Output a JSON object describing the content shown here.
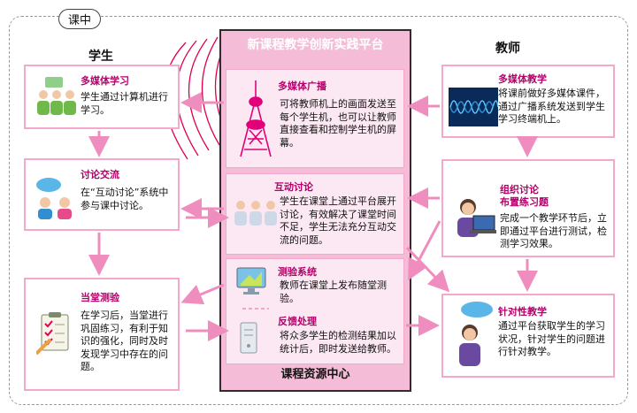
{
  "frame_label": "课中",
  "student_title": "学生",
  "teacher_title": "教师",
  "center": {
    "title": "新课程教学创新实践平台",
    "footer": "课程资源中心",
    "modules": {
      "broadcast": {
        "title": "多媒体广播",
        "text": "可将教师机上的画面发送至每个学生机，也可以让教师直接查看和控制学生机的屏幕。"
      },
      "discussion": {
        "title": "互动讨论",
        "text": "学生在课堂上通过平台展开讨论，有效解决了课堂时间不足，学生无法充分互动交流的问题。"
      },
      "testing": {
        "title": "测验系统",
        "text": "教师在课堂上发布随堂测验。"
      },
      "feedback": {
        "title": "反馈处理",
        "text": "将众多学生的检测结果加以统计后，即时发送给教师。"
      }
    }
  },
  "student": {
    "multimedia": {
      "title": "多媒体学习",
      "text": "学生通过计算机进行学习。"
    },
    "discuss": {
      "title": "讨论交流",
      "text": "在“互动讨论”系统中参与课中讨论。"
    },
    "quiz": {
      "title": "当堂测验",
      "text": "在学习后，当堂进行巩固练习，有利于知识的强化，同时及时发现学习中存在的问题。"
    }
  },
  "teacher": {
    "multimedia": {
      "title": "多媒体教学",
      "text": "将课前做好多媒体课件，通过广播系统发送到学生学习终端机上。"
    },
    "organize": {
      "title": "组织讨论",
      "title2": "布置练习题",
      "text": "完成一个教学环节后，立即通过平台进行测试，检测学习效果。"
    },
    "targeted": {
      "title": "针对性教学",
      "text": "通过平台获取学生的学习状况，针对学生的问题进行针对教学。"
    }
  },
  "colors": {
    "accent": "#b4006a",
    "arrow": "#f08dbf",
    "center_bg": "#f4bcd6",
    "box_border": "#f6a7cc"
  }
}
